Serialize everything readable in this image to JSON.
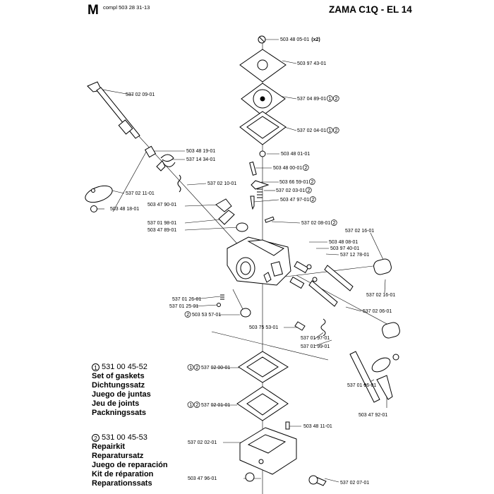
{
  "header": {
    "letter": "M",
    "compl_label": "compl",
    "compl_number": "503 28 31-13",
    "title": "ZAMA C1Q - EL 14"
  },
  "legend": [
    {
      "badge": "1",
      "number": "531 00 45-52",
      "lines": [
        "Set of gaskets",
        "Dichtungssatz",
        "Juego de juntas",
        "Jeu de joints",
        "Packningssats"
      ]
    },
    {
      "badge": "2",
      "number": "531 00 45-53",
      "lines": [
        "Repairkit",
        "Reparatursatz",
        "Juego de reparación",
        "Kit de réparation",
        "Reparationssats"
      ]
    }
  ],
  "parts": [
    {
      "label": "503 48 05-01",
      "suffix": "(x2)"
    },
    {
      "label": "503 97 43-01"
    },
    {
      "label": "537 04 89-01",
      "kits": [
        "1",
        "2"
      ]
    },
    {
      "label": "537 02 04-01",
      "kits": [
        "1",
        "2"
      ]
    },
    {
      "label": "503 48 01-01"
    },
    {
      "label": "503 48 00-01",
      "kits": [
        "2"
      ]
    },
    {
      "label": "503 66 59-01",
      "kits": [
        "2"
      ]
    },
    {
      "label": "537 02 03-01",
      "kits": [
        "2"
      ]
    },
    {
      "label": "503 47 97-01",
      "kits": [
        "2"
      ]
    },
    {
      "label": "537 02 08-01",
      "kits": [
        "2"
      ]
    },
    {
      "label": "537 02 09-01"
    },
    {
      "label": "503 48 19-01"
    },
    {
      "label": "537 14 34-01"
    },
    {
      "label": "537 02 10-01"
    },
    {
      "label": "537 02 11-01"
    },
    {
      "label": "503 48 18-01"
    },
    {
      "label": "503 47 90-01"
    },
    {
      "label": "537 01 98-01"
    },
    {
      "label": "503 47 89-01"
    },
    {
      "label": "537 02 16-01"
    },
    {
      "label": "503 48 08-01"
    },
    {
      "label": "503 97 40-01"
    },
    {
      "label": "537 12 78-01"
    },
    {
      "label": "537 02 16-01"
    },
    {
      "label": "537 02 06-01"
    },
    {
      "label": "537 01 26-01"
    },
    {
      "label": "537 01 25-01"
    },
    {
      "label": "503 53 57-01",
      "prefix_kits": [
        "2"
      ]
    },
    {
      "label": "503 75 53-01"
    },
    {
      "label": "537 01 97-01"
    },
    {
      "label": "537 01 99-01"
    },
    {
      "label": "537 02 00-01",
      "prefix_kits": [
        "1",
        "2"
      ]
    },
    {
      "label": "537 02 01-01",
      "prefix_kits": [
        "1",
        "2"
      ]
    },
    {
      "label": "537 01 96-01"
    },
    {
      "label": "503 47 92-01"
    },
    {
      "label": "503 48 11-01"
    },
    {
      "label": "537 02 02-01"
    },
    {
      "label": "503 47 96-01"
    },
    {
      "label": "537 02 07-01"
    }
  ]
}
